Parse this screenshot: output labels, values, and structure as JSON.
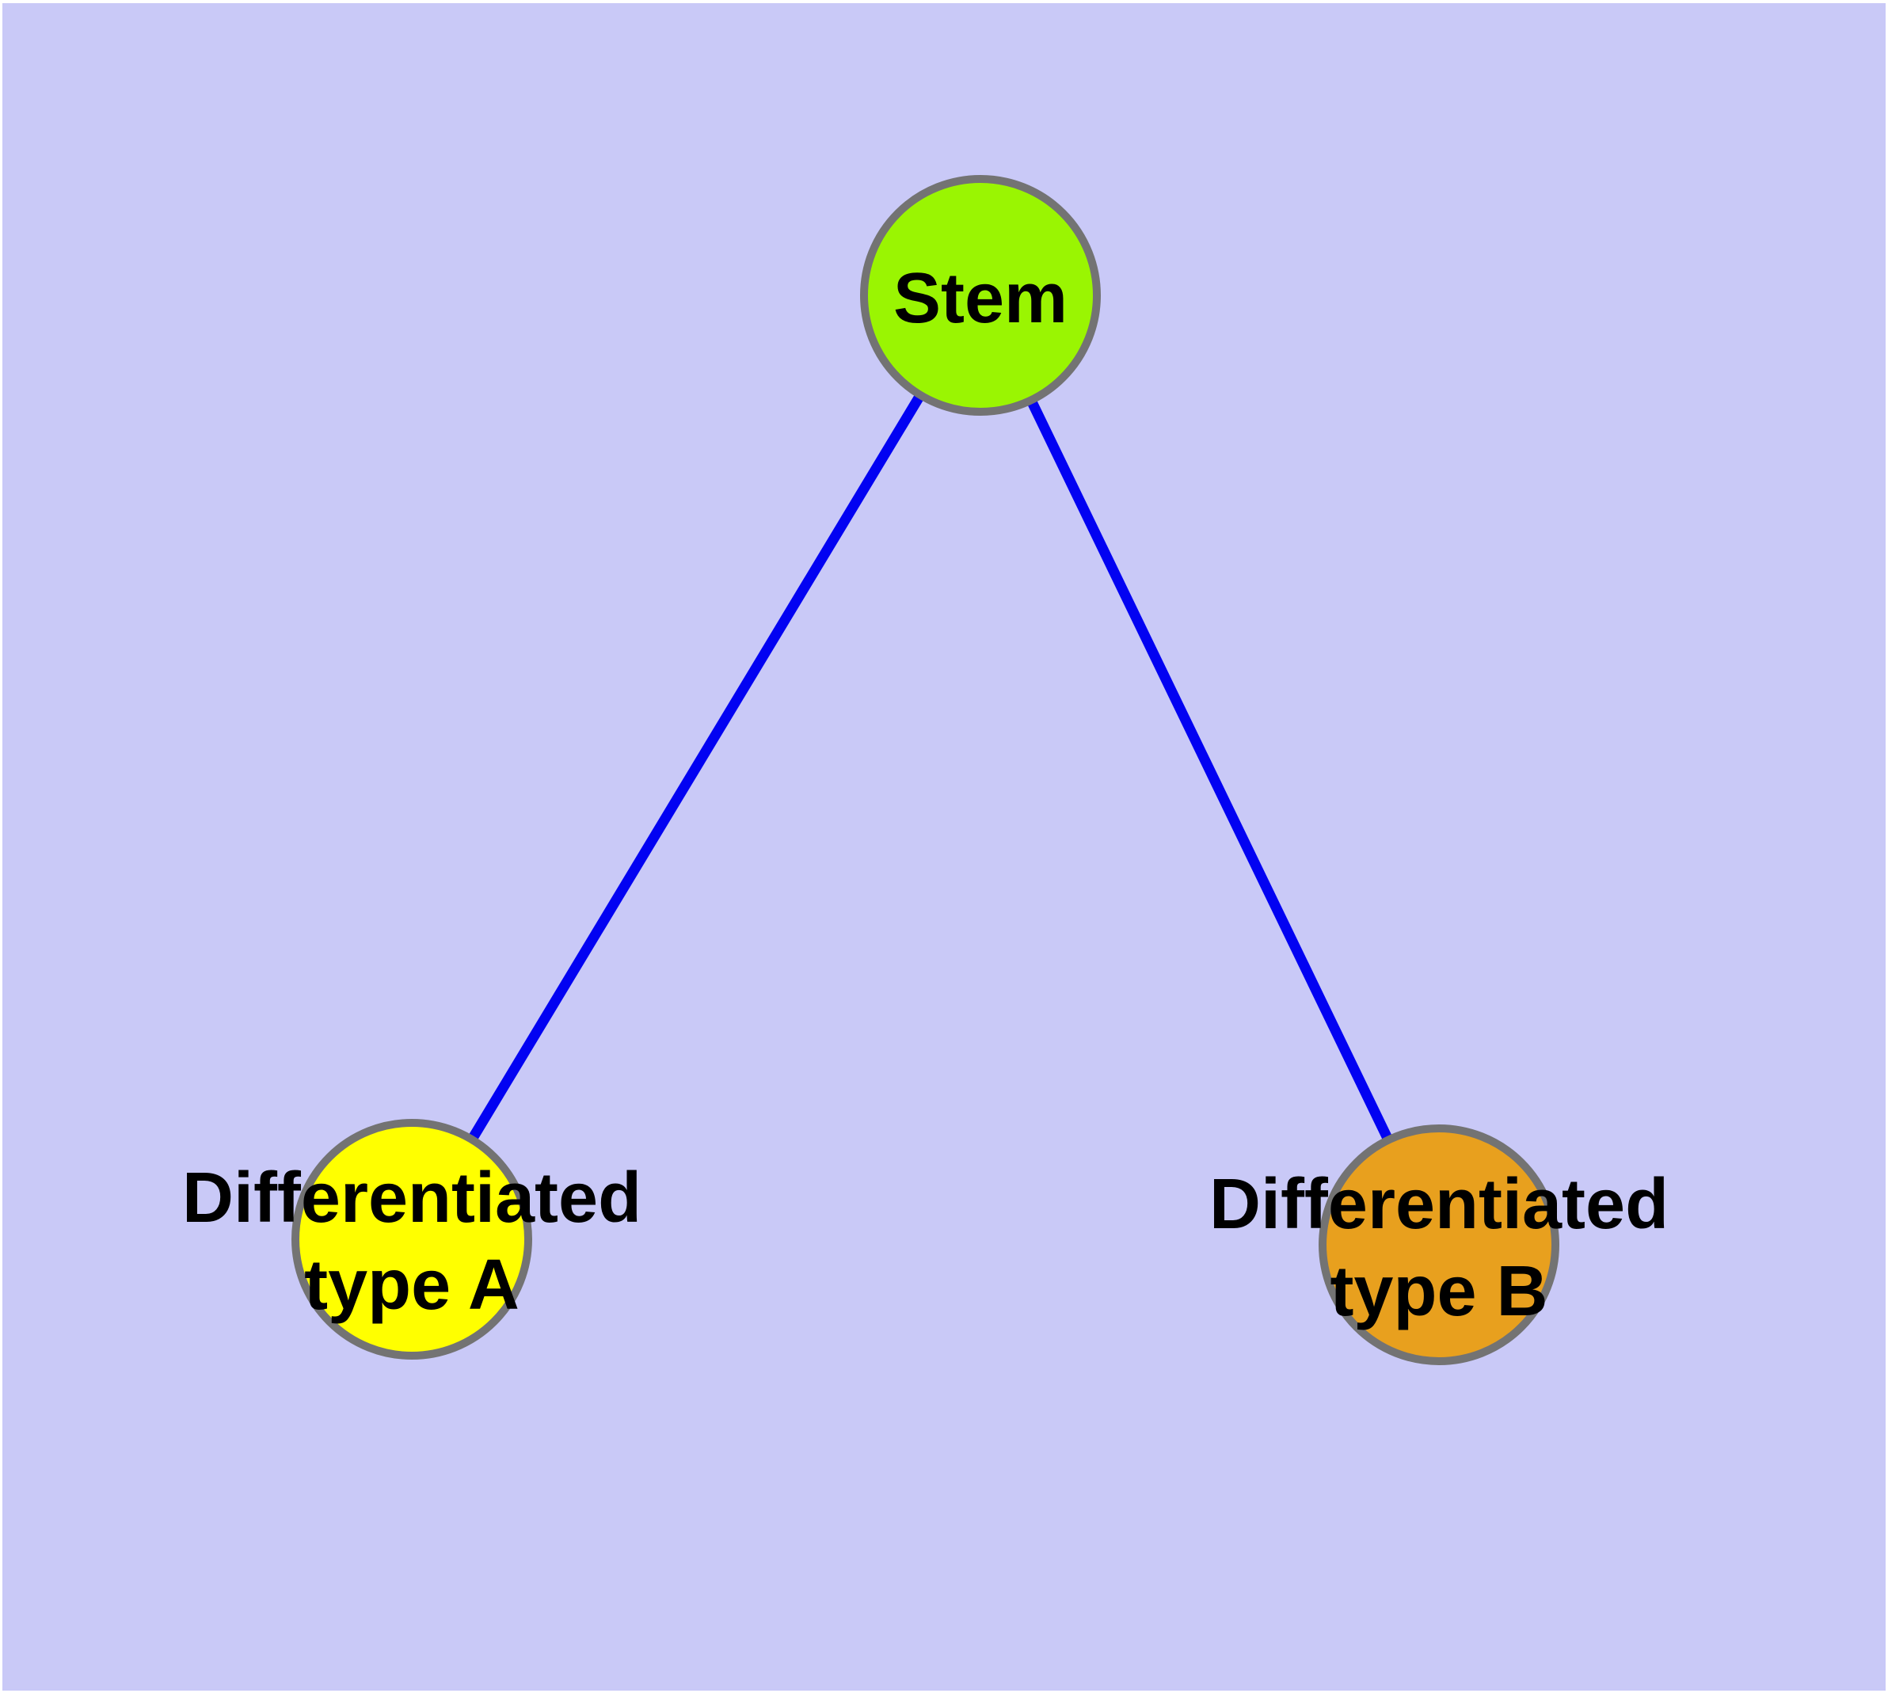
{
  "diagram": {
    "type": "graph",
    "background_color": "#C9C9F7",
    "canvas_margin_color": "#FFFFFF",
    "edge_color": "#0202F2",
    "node_border_color": "#737373",
    "text_color": "#000000",
    "nodes": [
      {
        "id": "stem",
        "label": "Stem",
        "shape": "circle",
        "color": "#9AF502"
      },
      {
        "id": "differentiated-type-a",
        "label": "Differentiated type A",
        "label_line1": "Differentiated",
        "label_line2": "type A",
        "shape": "circle",
        "color": "#FFFF00"
      },
      {
        "id": "differentiated-type-b",
        "label": "Differentiated type B",
        "label_line1": "Differentiated",
        "label_line2": "type B",
        "shape": "circle",
        "color": "#E8A01E"
      }
    ],
    "edges": [
      {
        "from": "Stem",
        "to": "Differentiated type A"
      },
      {
        "from": "Stem",
        "to": "Differentiated type B"
      }
    ]
  }
}
